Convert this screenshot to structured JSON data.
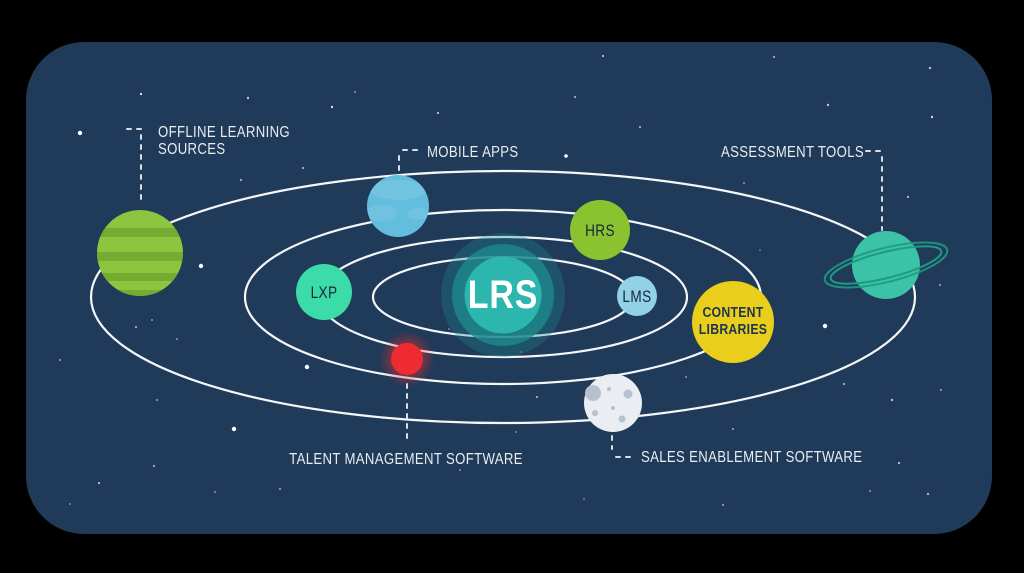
{
  "colors": {
    "page_bg": "#000000",
    "card": "#203A59",
    "orbit_line": "#F4F7F9",
    "leader_line": "#DADFE6",
    "label_text": "#E9EDF1",
    "dark_text": "#15273A",
    "lrs_core": "#2CB6AD",
    "lrs_halo": "#1D8A8C",
    "offline_planet": "#8CC63E",
    "offline_stripe": "#73A82F",
    "mobile_planet": "#63BDDC",
    "mobile_swirl": "#86CFE6",
    "assessment_planet": "#3CC2A6",
    "assessment_ring": "#1E9B82",
    "hrs_fill": "#8AC32F",
    "lxp_fill": "#3BDCA7",
    "lms_fill": "#92D2E7",
    "content_fill": "#E9CF1B",
    "talent_fill": "#EE2B31",
    "moon_fill": "#EAEDF2",
    "moon_crater": "#B7C1CE"
  },
  "center": {
    "label": "LRS"
  },
  "satellites": {
    "hrs": "HRS",
    "lxp": "LXP",
    "lms": "LMS",
    "content_line1": "CONTENT",
    "content_line2": "LIBRARIES"
  },
  "labels": {
    "offline_line1": "OFFLINE LEARNING",
    "offline_line2": "SOURCES",
    "mobile": "MOBILE APPS",
    "assessment": "ASSESSMENT TOOLS",
    "talent": "TALENT MANAGEMENT SOFTWARE",
    "sales": "SALES ENABLEMENT SOFTWARE"
  },
  "stars": [
    [
      80,
      133,
      2.2,
      1
    ],
    [
      141,
      94,
      1.2,
      0.8
    ],
    [
      248,
      98,
      1.2,
      0.7
    ],
    [
      332,
      107,
      1.2,
      0.8
    ],
    [
      438,
      113,
      1.1,
      0.7
    ],
    [
      355,
      92,
      1,
      0.5
    ],
    [
      303,
      168,
      1.1,
      0.6
    ],
    [
      241,
      180,
      1.1,
      0.6
    ],
    [
      201,
      266,
      2.2,
      1
    ],
    [
      152,
      320,
      1,
      0.5
    ],
    [
      136,
      327,
      1.1,
      0.6
    ],
    [
      177,
      339,
      1,
      0.5
    ],
    [
      157,
      400,
      1,
      0.6
    ],
    [
      154,
      466,
      1.1,
      0.6
    ],
    [
      99,
      483,
      1.1,
      0.7
    ],
    [
      280,
      489,
      1,
      0.6
    ],
    [
      215,
      492,
      1,
      0.5
    ],
    [
      70,
      504,
      0.9,
      0.5
    ],
    [
      307,
      367,
      2.2,
      1
    ],
    [
      234,
      429,
      2.2,
      1
    ],
    [
      603,
      56,
      1.1,
      0.7
    ],
    [
      774,
      57,
      1.1,
      0.6
    ],
    [
      930,
      68,
      1.2,
      0.7
    ],
    [
      575,
      97,
      1.1,
      0.6
    ],
    [
      828,
      105,
      1.2,
      0.7
    ],
    [
      932,
      117,
      1.2,
      0.8
    ],
    [
      640,
      127,
      1.1,
      0.6
    ],
    [
      566,
      156,
      1.8,
      1
    ],
    [
      908,
      197,
      1.1,
      0.7
    ],
    [
      744,
      183,
      1,
      0.5
    ],
    [
      825,
      326,
      2.2,
      1
    ],
    [
      537,
      397,
      1.1,
      0.6
    ],
    [
      686,
      377,
      1,
      0.5
    ],
    [
      844,
      384,
      1.1,
      0.6
    ],
    [
      892,
      400,
      1.2,
      0.7
    ],
    [
      941,
      390,
      1,
      0.6
    ],
    [
      733,
      429,
      1,
      0.6
    ],
    [
      899,
      463,
      1.1,
      0.7
    ],
    [
      928,
      494,
      1.1,
      0.7
    ],
    [
      870,
      491,
      1,
      0.5
    ],
    [
      723,
      505,
      1,
      0.6
    ],
    [
      584,
      499,
      0.9,
      0.5
    ],
    [
      449,
      329,
      0.9,
      0.5
    ],
    [
      521,
      352,
      0.9,
      0.4
    ],
    [
      760,
      250,
      0.9,
      0.4
    ],
    [
      60,
      360,
      1,
      0.6
    ],
    [
      940,
      285,
      1,
      0.6
    ],
    [
      460,
      470,
      1,
      0.5
    ],
    [
      516,
      432,
      0.9,
      0.5
    ]
  ]
}
